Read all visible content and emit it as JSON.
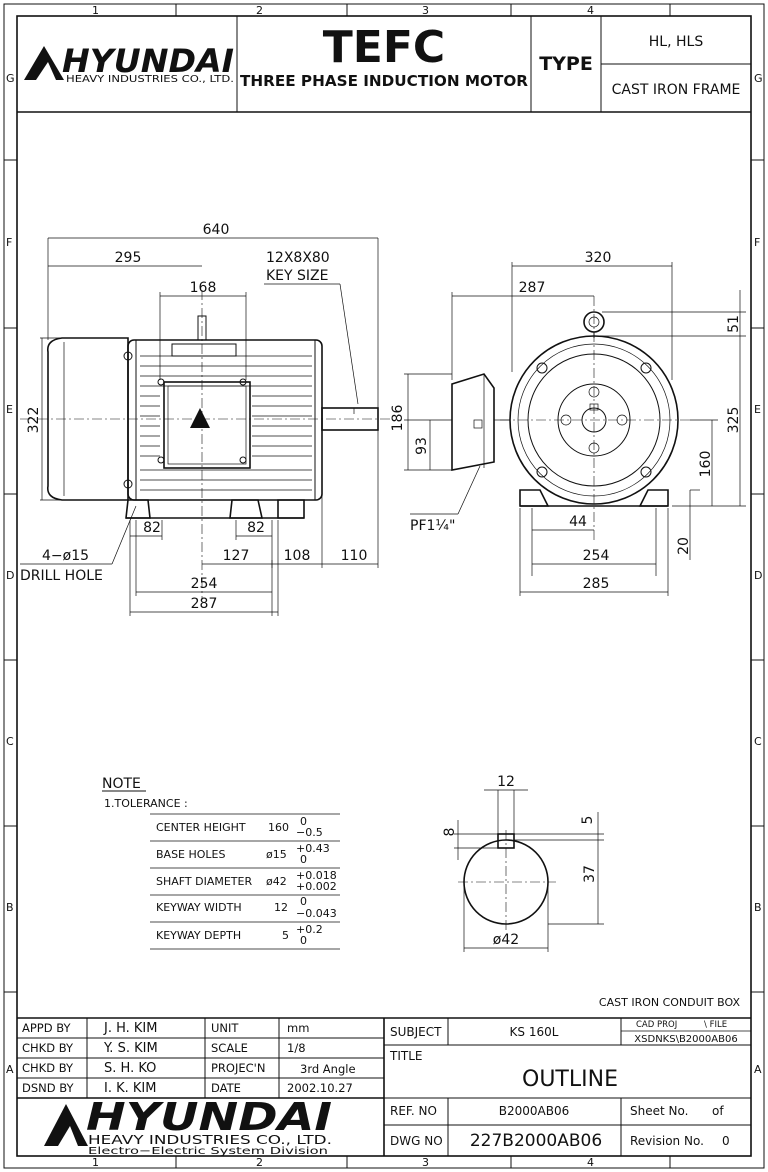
{
  "frame": {
    "col_labels": [
      "1",
      "2",
      "3",
      "4"
    ],
    "row_labels": [
      "G",
      "F",
      "E",
      "D",
      "C",
      "B",
      "A"
    ]
  },
  "header": {
    "company_logo": "HYUNDAI",
    "company_sub": "HEAVY INDUSTRIES CO., LTD.",
    "title_main": "TEFC",
    "title_sub": "THREE PHASE INDUCTION MOTOR",
    "type_label": "TYPE",
    "type_value": "HL, HLS",
    "frame_value": "CAST IRON FRAME"
  },
  "side_view": {
    "dims": {
      "overall": "640",
      "d295": "295",
      "d168": "168",
      "key_size_1": "12X8X80",
      "key_size_2": "KEY SIZE",
      "height": "322",
      "d82a": "82",
      "d82b": "82",
      "d127": "127",
      "d108": "108",
      "d110": "110",
      "d254": "254",
      "d287": "287",
      "d186": "186",
      "d93": "93",
      "drill_1": "4−ø15",
      "drill_2": "DRILL HOLE"
    }
  },
  "end_view": {
    "dims": {
      "d320": "320",
      "d287": "287",
      "d51": "51",
      "d325": "325",
      "d160": "160",
      "d20": "20",
      "d44": "44",
      "d254": "254",
      "d285": "285",
      "pf": "PF1¼\""
    }
  },
  "note": {
    "title": "NOTE",
    "item": "1.TOLERANCE :",
    "rows": [
      {
        "label": "CENTER HEIGHT",
        "nominal": "160",
        "upper": "0",
        "lower": "−0.5"
      },
      {
        "label": "BASE HOLES",
        "nominal": "ø15",
        "upper": "+0.43",
        "lower": "0"
      },
      {
        "label": "SHAFT DIAMETER",
        "nominal": "ø42",
        "upper": "+0.018",
        "lower": "+0.002"
      },
      {
        "label": "KEYWAY WIDTH",
        "nominal": "12",
        "upper": "0",
        "lower": "−0.043"
      },
      {
        "label": "KEYWAY DEPTH",
        "nominal": "5",
        "upper": "+0.2",
        "lower": "0"
      }
    ]
  },
  "shaft_detail": {
    "d12": "12",
    "d8": "8",
    "d5": "5",
    "d37": "37",
    "d42": "ø42"
  },
  "title_block": {
    "conduit_note": "CAST IRON CONDUIT BOX",
    "rows": [
      {
        "role": "APPD BY",
        "name": "J. H. KIM",
        "field": "UNIT",
        "value": "mm"
      },
      {
        "role": "CHKD BY",
        "name": "Y. S. KIM",
        "field": "SCALE",
        "value": "1/8"
      },
      {
        "role": "CHKD BY",
        "name": "S. H. KO",
        "field": "PROJEC'N",
        "value": "3rd Angle"
      },
      {
        "role": "DSND BY",
        "name": "I. K. KIM",
        "field": "DATE",
        "value": "2002.10.27"
      }
    ],
    "subject_label": "SUBJECT",
    "subject_value": "KS 160L",
    "cad_proj": "CAD PROJ",
    "file_label": "\\ FILE",
    "cad_path": "XSDNKS\\B2000AB06",
    "title_label": "TITLE",
    "title_value": "OUTLINE",
    "ref_label": "REF. NO",
    "ref_value": "B2000AB06",
    "sheet_label": "Sheet No.",
    "sheet_of": "of",
    "dwg_label": "DWG NO",
    "dwg_value": "227B2000AB06",
    "rev_label": "Revision No.",
    "rev_value": "0",
    "logo": "HYUNDAI",
    "logo_sub1": "HEAVY INDUSTRIES CO., LTD.",
    "logo_sub2": "Electro−Electric System Division"
  }
}
